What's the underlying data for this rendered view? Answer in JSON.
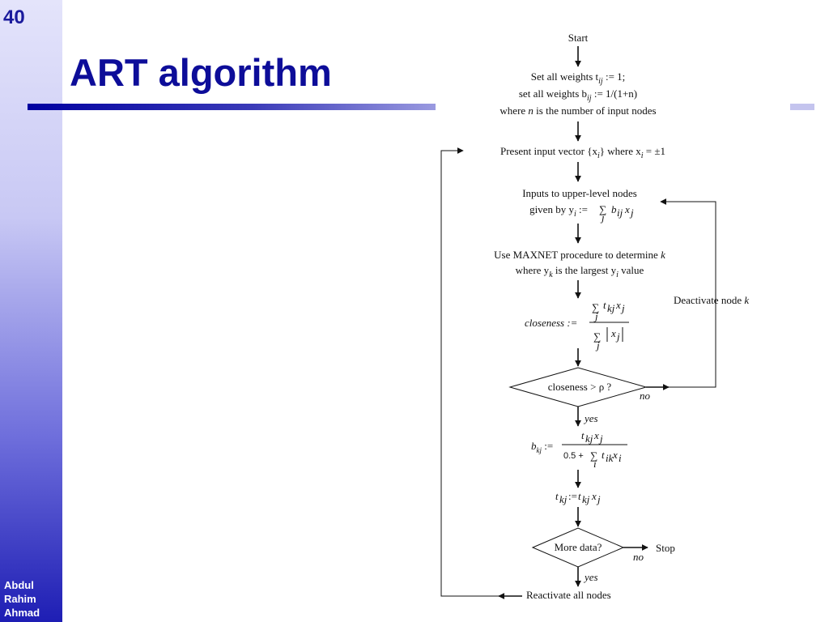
{
  "slide": {
    "number": "40",
    "title": "ART algorithm",
    "author": [
      "Abdul",
      "Rahim",
      "Ahmad"
    ]
  },
  "flowchart": {
    "start": "Start",
    "init_line1": "Set all weights t",
    "init_line1_sub": "ij",
    "init_line1_end": " := 1;",
    "init_line2": "set all weights b",
    "init_line2_sub": "ij",
    "init_line2_end": " := 1/(1+n)",
    "init_line3_pre": "where ",
    "init_line3_var": "n",
    "init_line3_end": " is the number of input nodes",
    "present_pre": "Present input vector {x",
    "present_sub": "i",
    "present_mid": "} where x",
    "present_sub2": "i",
    "present_end": " = ±1",
    "inputs_line1": "Inputs to upper-level nodes",
    "inputs_line2_pre": "given by y",
    "inputs_line2_sub": "i",
    "inputs_line2_end": " := ",
    "maxnet_line1_pre": "Use MAXNET procedure to determine ",
    "maxnet_line1_var": "k",
    "maxnet_line2_pre": "where y",
    "maxnet_line2_sub": "k",
    "maxnet_line2_mid": " is the largest y",
    "maxnet_line2_sub2": "i",
    "maxnet_line2_end": " value",
    "closeness_label": "closeness :=",
    "decision1": "closeness > ρ ?",
    "deactivate_pre": "Deactivate node ",
    "deactivate_var": "k",
    "no1": "no",
    "yes1": "yes",
    "bkj_label": "b",
    "bkj_sub": "kj",
    "bkj_assign": " :=",
    "denominator_const": "0.5 +",
    "tkj_update": "t",
    "decision2": "More data?",
    "stop": "Stop",
    "no2": "no",
    "yes2": "yes",
    "reactivate": "Reactivate all nodes"
  }
}
